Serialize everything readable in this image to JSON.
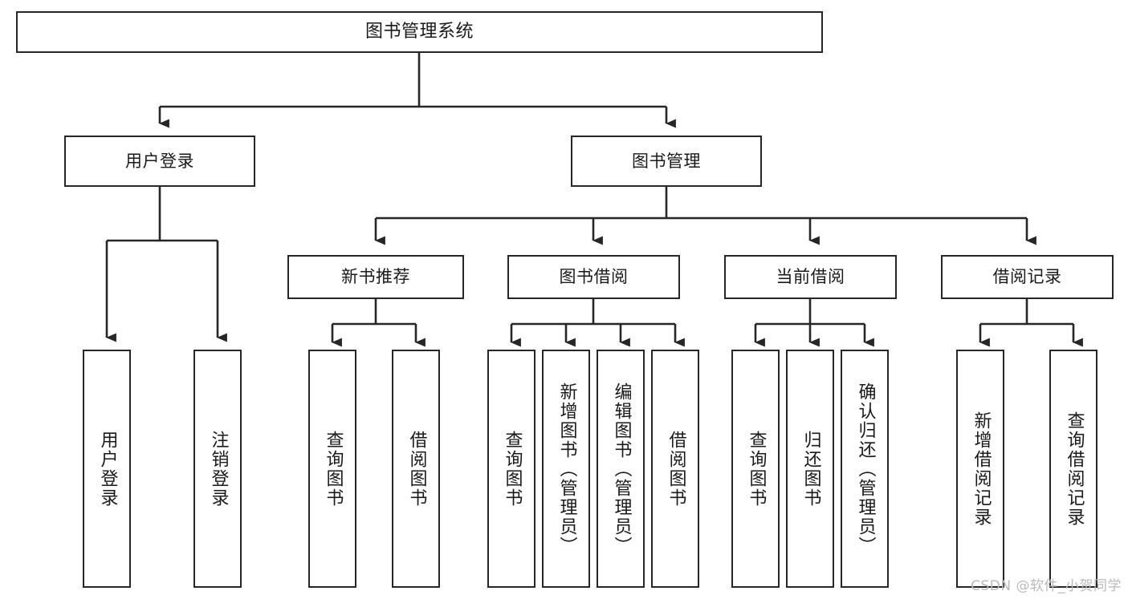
{
  "diagram": {
    "title": "图书管理系统",
    "type": "tree-hierarchy",
    "stroke_color": "#262626",
    "fill_color": "#ffffff",
    "text_color": "#1a1a1a"
  },
  "nodes": {
    "root": {
      "label": "图书管理系统"
    },
    "level2": [
      {
        "label": "用户登录"
      },
      {
        "label": "图书管理"
      }
    ],
    "level3": [
      {
        "label": "新书推荐"
      },
      {
        "label": "图书借阅"
      },
      {
        "label": "当前借阅"
      },
      {
        "label": "借阅记录"
      }
    ],
    "leaves_user_login": [
      {
        "label": "用户登录"
      },
      {
        "label": "注销登录"
      }
    ],
    "leaves_new_book": [
      {
        "label": "查询图书"
      },
      {
        "label": "借阅图书"
      }
    ],
    "leaves_borrow": [
      {
        "label": "查询图书"
      },
      {
        "label": "新增图书（管理员）"
      },
      {
        "label": "编辑图书（管理员）"
      },
      {
        "label": "借阅图书"
      }
    ],
    "leaves_current": [
      {
        "label": "查询图书"
      },
      {
        "label": "归还图书"
      },
      {
        "label": "确认归还（管理员）"
      }
    ],
    "leaves_records": [
      {
        "label": "新增借阅记录"
      },
      {
        "label": "查询借阅记录"
      }
    ]
  },
  "watermark": {
    "text": "CSDN @软件_小贺同学"
  }
}
